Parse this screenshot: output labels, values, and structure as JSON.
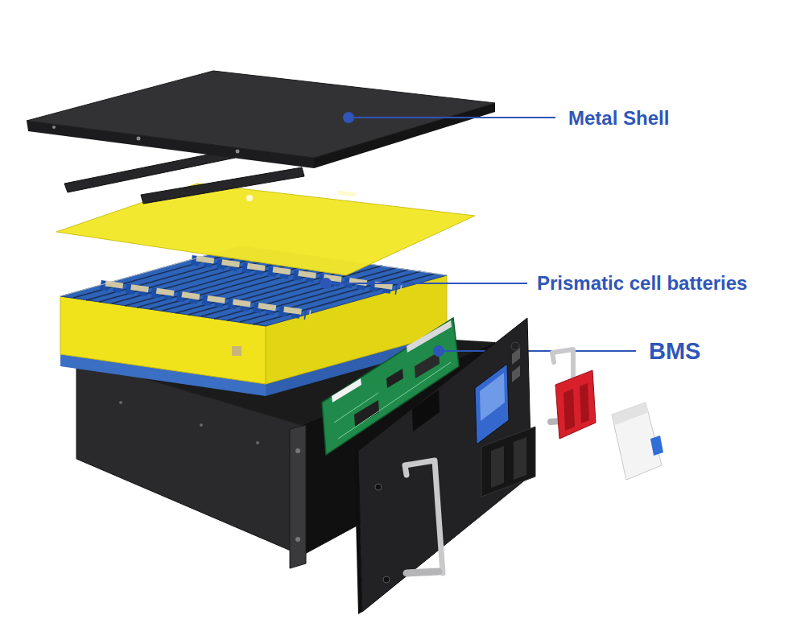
{
  "diagram": {
    "labels": [
      "Metal Shell",
      "Prismatic cell batteries",
      "BMS"
    ]
  }
}
